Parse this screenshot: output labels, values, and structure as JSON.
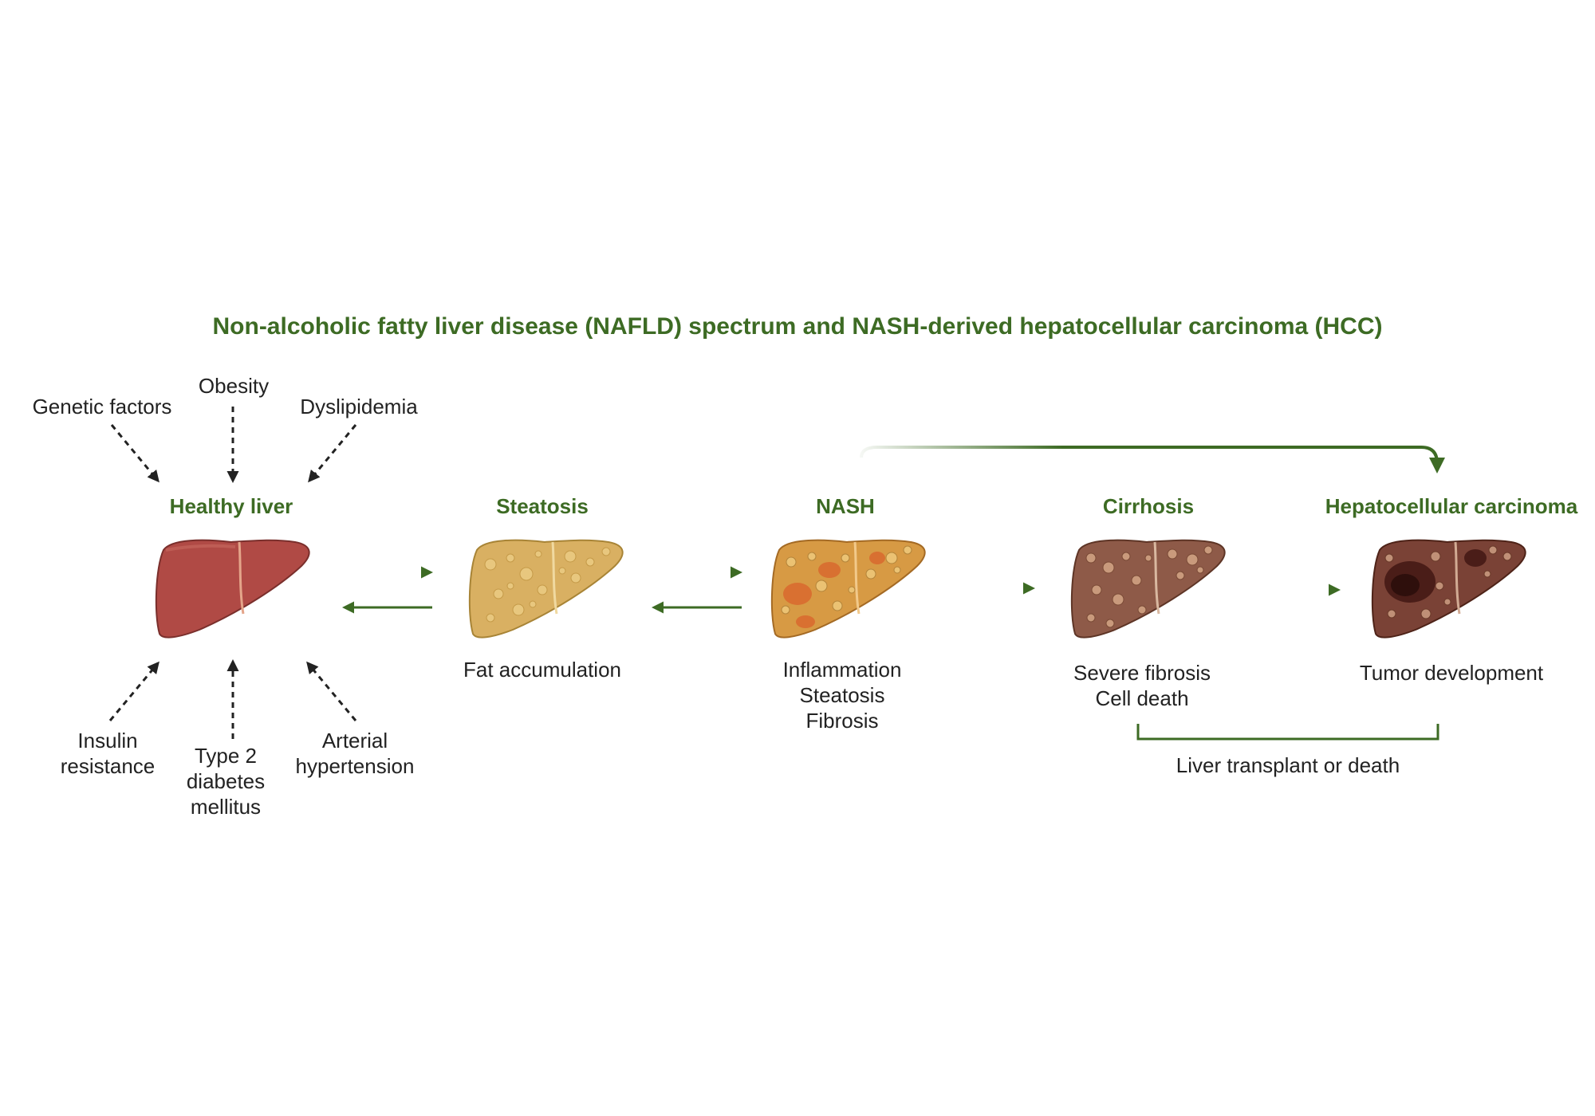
{
  "title": "Non-alcoholic fatty liver disease (NAFLD) spectrum and NASH-derived hepatocellular carcinoma (HCC)",
  "colors": {
    "accent_green": "#3d6b24",
    "healthy": "#b04a45",
    "steatosis": "#d9b062",
    "nash": "#d79a44",
    "cirrhosis": "#8e5a48",
    "hcc": "#7a4236",
    "text": "#222222"
  },
  "risk_factors": {
    "top": [
      "Genetic factors",
      "Obesity",
      "Dyslipidemia"
    ],
    "bottom": [
      "Insulin resistance",
      "Type 2 diabetes mellitus",
      "Arterial hypertension"
    ]
  },
  "stages": [
    {
      "name": "Healthy liver",
      "description": [],
      "icon": "healthy-liver-icon"
    },
    {
      "name": "Steatosis",
      "description": [
        "Fat accumulation"
      ],
      "icon": "steatotic-liver-icon"
    },
    {
      "name": "NASH",
      "description": [
        "Inflammation",
        "Steatosis",
        "Fibrosis"
      ],
      "icon": "nash-liver-icon"
    },
    {
      "name": "Cirrhosis",
      "description": [
        "Severe fibrosis",
        "Cell death"
      ],
      "icon": "cirrhotic-liver-icon"
    },
    {
      "name": "Hepatocellular carcinoma",
      "description": [
        "Tumor development"
      ],
      "icon": "hcc-liver-icon"
    }
  ],
  "outcome_bracket": "Liver transplant or death"
}
